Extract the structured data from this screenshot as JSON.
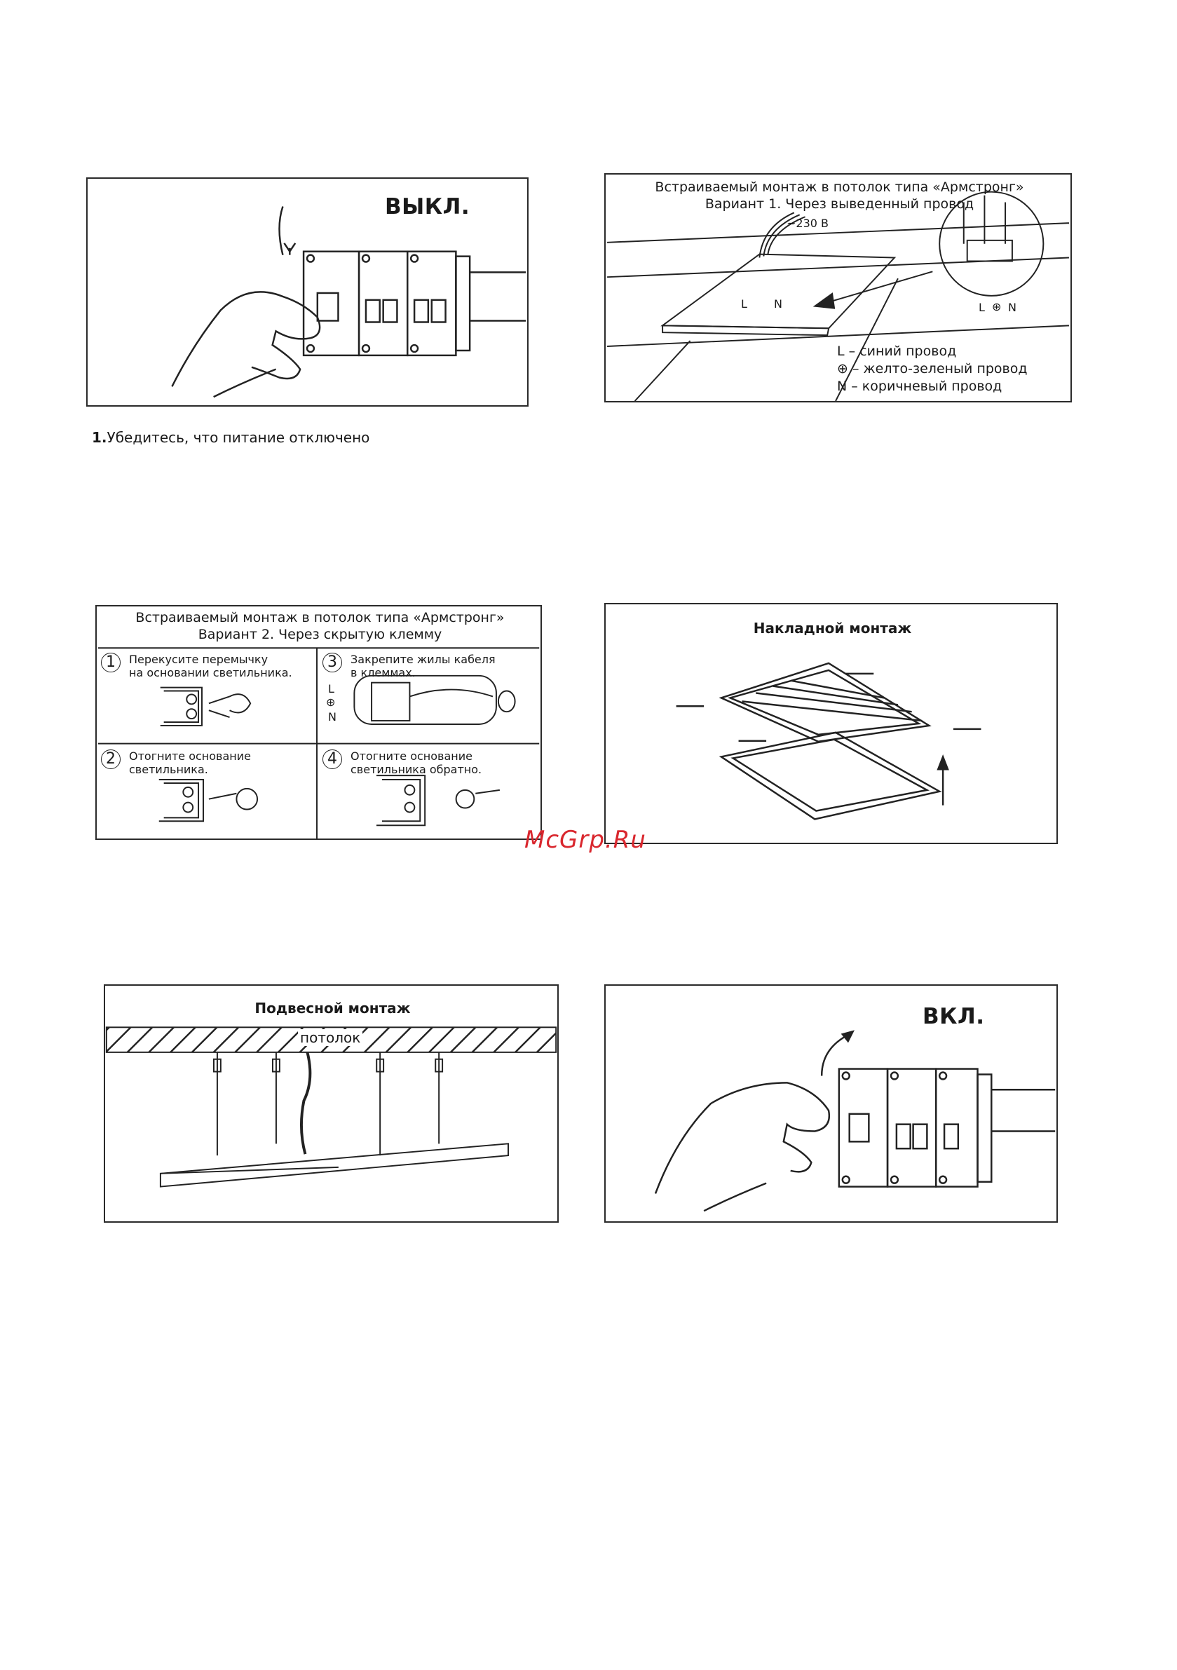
{
  "panel1": {
    "label": "ВЫКЛ.",
    "caption_num": "1.",
    "caption": "Убедитесь, что питание отключено"
  },
  "panel2": {
    "title_line1": "Встраиваемый монтаж в потолок типа «Армстронг»",
    "title_line2": "Вариант 1. Через выведенный провод",
    "voltage": "~230 В",
    "l": "L",
    "n": "N",
    "legend": [
      {
        "key": "L",
        "text": "– синий провод"
      },
      {
        "key": "",
        "text": "– желто-зеленый провод"
      },
      {
        "key": "N",
        "text": "– коричневый провод"
      }
    ]
  },
  "panel3": {
    "title_line1": "Встраиваемый монтаж в потолок типа «Армстронг»",
    "title_line2": "Вариант 2. Через скрытую клемму",
    "steps": [
      {
        "num": "1",
        "line1": "Перекусите перемычку",
        "line2": "на основании светильника."
      },
      {
        "num": "3",
        "line1": "Закрепите жилы кабеля",
        "line2": "в клеммах."
      },
      {
        "num": "2",
        "line1": "Отогните основание",
        "line2": "светильника."
      },
      {
        "num": "4",
        "line1": "Отогните основание",
        "line2": "светильника обратно."
      }
    ],
    "l": "L",
    "n": "N"
  },
  "panel4": {
    "title": "Накладной монтаж"
  },
  "panel5": {
    "title": "Подвесной монтаж",
    "ceiling": "потолок"
  },
  "panel6": {
    "label": "ВКЛ."
  },
  "watermark": "McGrp.Ru"
}
